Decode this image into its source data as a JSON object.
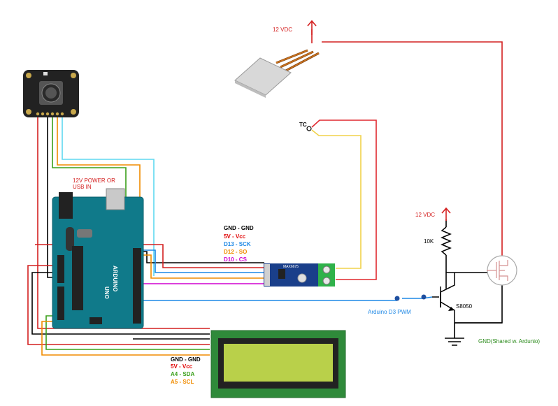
{
  "power_top": {
    "label": "12 VDC"
  },
  "power_mid": {
    "label": "12 VDC"
  },
  "thermocouple": {
    "label": "TC"
  },
  "arduino": {
    "power_note_line1": "12V POWER OR",
    "power_note_line2": "USB IN",
    "brand": "ARDUINO",
    "model": "UNO"
  },
  "max_module": {
    "chip": "MAX6675",
    "pins": [
      {
        "text": "GND - GND",
        "color": "#000000"
      },
      {
        "text": "5V - Vcc",
        "color": "#e00000"
      },
      {
        "text": "D13 - SCK",
        "color": "#1e88e5"
      },
      {
        "text": "D12 - SO",
        "color": "#f08c00"
      },
      {
        "text": "D10 - CS",
        "color": "#d000d0"
      }
    ]
  },
  "lcd": {
    "pins": [
      {
        "text": "GND - GND",
        "color": "#000000"
      },
      {
        "text": "5V - Vcc",
        "color": "#e00000"
      },
      {
        "text": "A4 - SDA",
        "color": "#3aa01a"
      },
      {
        "text": "A5 - SCL",
        "color": "#f08c00"
      }
    ]
  },
  "pwm": {
    "label": "Arduino D3 PWM",
    "color": "#1e88e5"
  },
  "resistor": {
    "label": "10K"
  },
  "transistor": {
    "label": "S8050"
  },
  "ground": {
    "label": "GND(Shared w. Ardunio)",
    "color": "#2a8a1a"
  }
}
